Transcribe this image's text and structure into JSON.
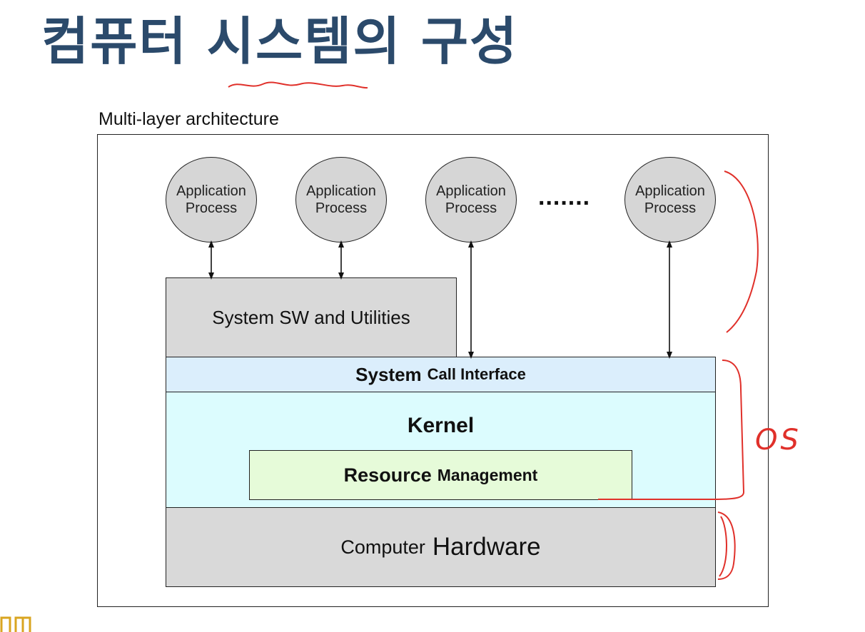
{
  "slide": {
    "title": "컴퓨터 시스템의 구성",
    "subtitle": "Multi-layer architecture"
  },
  "processes": [
    {
      "line1": "Application",
      "line2": "Process"
    },
    {
      "line1": "Application",
      "line2": "Process"
    },
    {
      "line1": "Application",
      "line2": "Process"
    },
    {
      "line1": "Application",
      "line2": "Process"
    }
  ],
  "ellipsis": ".......",
  "layers": {
    "system_sw": "System SW and Utilities",
    "sci_bold": "System",
    "sci_rest": "Call Interface",
    "kernel": "Kernel",
    "res_bold": "Resource",
    "res_rest": "Management",
    "hw_small": "Computer",
    "hw_big": "Hardware"
  },
  "annotation": {
    "os_label": "OS"
  },
  "colors": {
    "title": "#2b4a6b",
    "process_fill": "#d6d6d6",
    "sci_fill": "#dbeefc",
    "kernel_fill": "#dcfcfe",
    "resource_fill": "#e6fbd9",
    "hardware_fill": "#d9d9d9",
    "annotation": "#e0302a",
    "logo": "#d9a520"
  }
}
